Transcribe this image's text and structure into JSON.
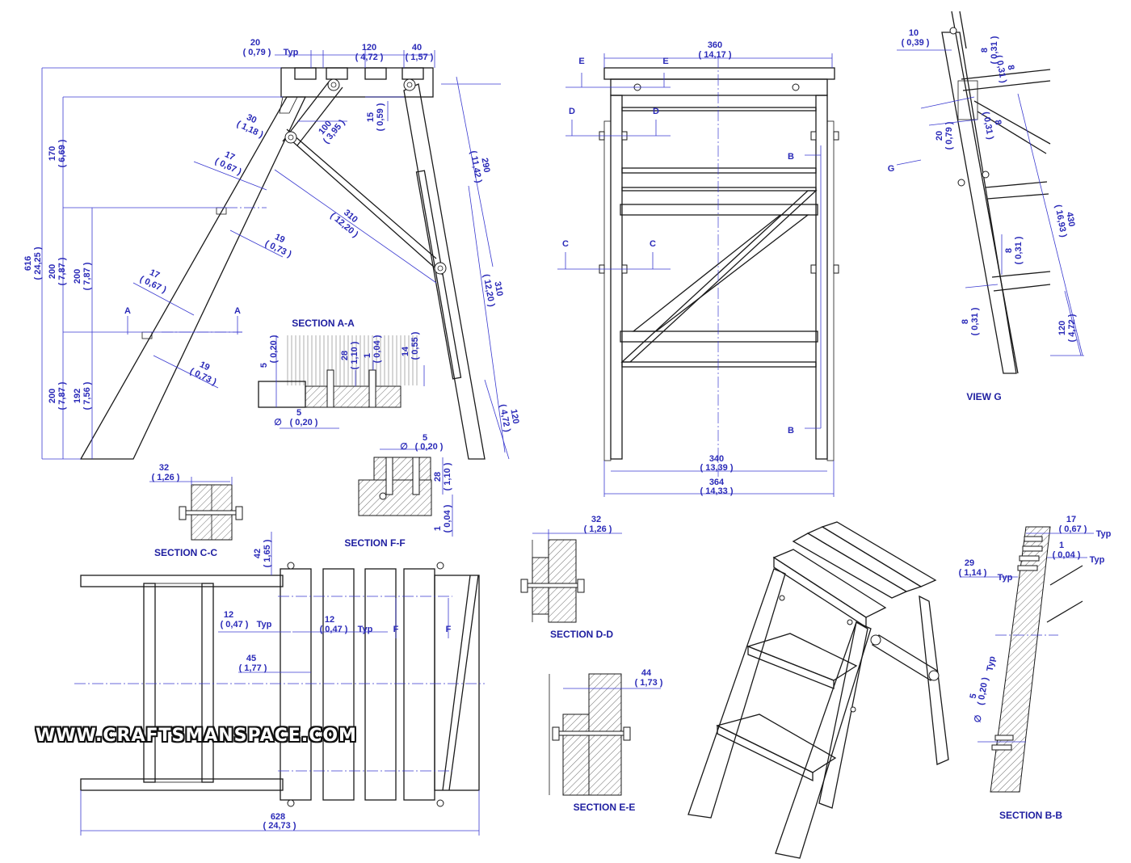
{
  "watermark": "WWW.CRAFTSMANSPACE.COM",
  "colors": {
    "ink": "#1a1a1a",
    "dimension": "#3a3ad0",
    "label": "#1e1ea0",
    "background": "#ffffff"
  },
  "side_view": {
    "dims": {
      "d20": "20",
      "d20i": "( 0,79 )",
      "typ1": "Typ",
      "d120": "120",
      "d120i": "( 4,72 )",
      "d40": "40",
      "d40i": "( 1,57 )",
      "d170": "170",
      "d170i": "( 6,69 )",
      "d616": "616",
      "d616i": "( 24,25 )",
      "d200a": "200",
      "d200ai": "( 7,87 )",
      "d200b": "200",
      "d200bi": "( 7,87 )",
      "d200c": "200",
      "d200ci": "( 7,87 )",
      "d192": "192",
      "d192i": "( 7,56 )",
      "d30": "30",
      "d30i": "( 1,18 )",
      "d100": "100",
      "d100i": "( 3,95 )",
      "d15": "15",
      "d15i": "( 0,59 )",
      "d17a": "17",
      "d17ai": "( 0,67 )",
      "d19a": "19",
      "d19ai": "( 0,73 )",
      "d310a": "310",
      "d310ai": "( 12,20 )",
      "d17b": "17",
      "d17bi": "( 0,67 )",
      "d19b": "19",
      "d19bi": "( 0,73 )",
      "d290": "290",
      "d290i": "( 11,42 )",
      "d310b": "310",
      "d310bi": "( 12,20 )",
      "d120b": "120",
      "d120bi": "( 4,72 )",
      "secA1": "A",
      "secA2": "A"
    }
  },
  "section_aa": {
    "title": "SECTION A-A",
    "dims": {
      "d5": "5",
      "d5i": "( 0,20 )",
      "d28": "28",
      "d28i": "( 1,10 )",
      "d1": "1",
      "d1i": "( 0,04 )",
      "d14": "14",
      "d14i": "( 0,55 )",
      "phi": "∅",
      "d5b": "5",
      "d5bi": "( 0,20 )"
    }
  },
  "section_ff": {
    "title": "SECTION F-F",
    "dims": {
      "phi": "∅",
      "d5": "5",
      "d5i": "( 0,20 )",
      "d28": "28",
      "d28i": "( 1,10 )",
      "d1": "1",
      "d1i": "( 0,04 )"
    }
  },
  "section_cc": {
    "title": "SECTION C-C",
    "dims": {
      "d32": "32",
      "d32i": "( 1,26 )"
    }
  },
  "front_view": {
    "dims": {
      "d360": "360",
      "d360i": "( 14,17 )",
      "d340": "340",
      "d340i": "( 13,39 )",
      "d364": "364",
      "d364i": "( 14,33 )"
    },
    "section_letters": {
      "e1": "E",
      "e2": "E",
      "d1": "D",
      "d2": "D",
      "c1": "C",
      "c2": "C",
      "b1": "B",
      "b2": "B"
    }
  },
  "view_g": {
    "title": "VIEW G",
    "arrow_label": "G",
    "dims": {
      "d10": "10",
      "d10i": "( 0,39 )",
      "d8a": "8",
      "d8ai": "( 0,31 )",
      "d8b": "8",
      "d8bi": "( 0,31 )",
      "d20": "20",
      "d20i": "( 0,79 )",
      "d8c": "8",
      "d8ci": "( 0,31 )",
      "d430": "430",
      "d430i": "( 16,93 )",
      "d8d": "8",
      "d8di": "( 0,31 )",
      "d8e": "8",
      "d8ei": "( 0,31 )",
      "d120": "120",
      "d120i": "( 4,72 )"
    }
  },
  "top_view": {
    "dims": {
      "d42": "42",
      "d42i": "( 1,65 )",
      "d12a": "12",
      "d12ai": "( 0,47 )",
      "typA": "Typ",
      "d12b": "12",
      "d12bi": "( 0,47 )",
      "typB": "Typ",
      "d45": "45",
      "d45i": "( 1,77 )",
      "d628": "628",
      "d628i": "( 24,73 )",
      "f1": "F",
      "f2": "F"
    }
  },
  "section_dd": {
    "title": "SECTION D-D",
    "dims": {
      "d32": "32",
      "d32i": "( 1,26 )"
    }
  },
  "section_ee": {
    "title": "SECTION E-E",
    "dims": {
      "d44": "44",
      "d44i": "( 1,73 )"
    }
  },
  "section_bb": {
    "title": "SECTION B-B",
    "dims": {
      "d17": "17",
      "d17i": "( 0,67 )",
      "typ1": "Typ",
      "d1": "1",
      "d1i": "( 0,04 )",
      "typ2": "Typ",
      "d29": "29",
      "d29i": "( 1,14 )",
      "typ3": "Typ",
      "typ4": "Typ",
      "phi": "∅",
      "d5": "5",
      "d5i": "( 0,20 )"
    }
  }
}
